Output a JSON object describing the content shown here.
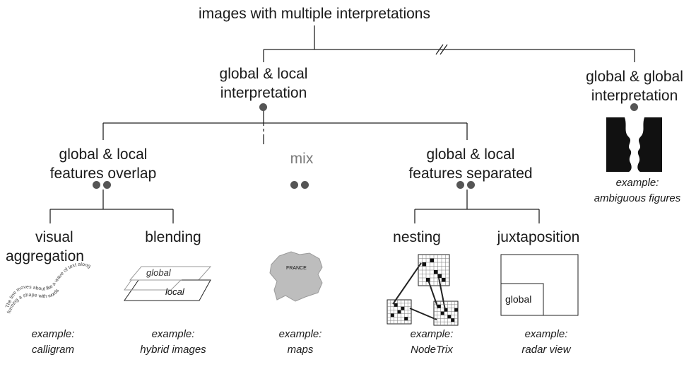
{
  "title": "images with multiple interpretations",
  "branches": {
    "global_local": [
      "global & local",
      "interpretation"
    ],
    "global_global": [
      "global & global",
      "interpretation"
    ]
  },
  "sub": {
    "overlap": [
      "global & local",
      "features overlap"
    ],
    "mix": "mix",
    "separated": [
      "global & local",
      "features separated"
    ]
  },
  "leaves": {
    "visual_aggregation": [
      "visual",
      "aggregation"
    ],
    "blending": "blending",
    "nesting": "nesting",
    "juxtaposition": "juxtaposition"
  },
  "illustrations": {
    "blend_global": "global",
    "blend_local": "local",
    "map_label": "FRANCE",
    "radar_label": "global"
  },
  "examples": {
    "calligram": [
      "example:",
      "calligram"
    ],
    "hybrid": [
      "example:",
      "hybrid images"
    ],
    "maps": [
      "example:",
      "maps"
    ],
    "nodetrix": [
      "example:",
      "NodeTrix"
    ],
    "radar": [
      "example:",
      "radar view"
    ],
    "ambiguous": [
      "example:",
      "ambiguous figures"
    ]
  },
  "colors": {
    "line": "#222222",
    "dot": "#555555",
    "muted": "#7a7a7a"
  }
}
